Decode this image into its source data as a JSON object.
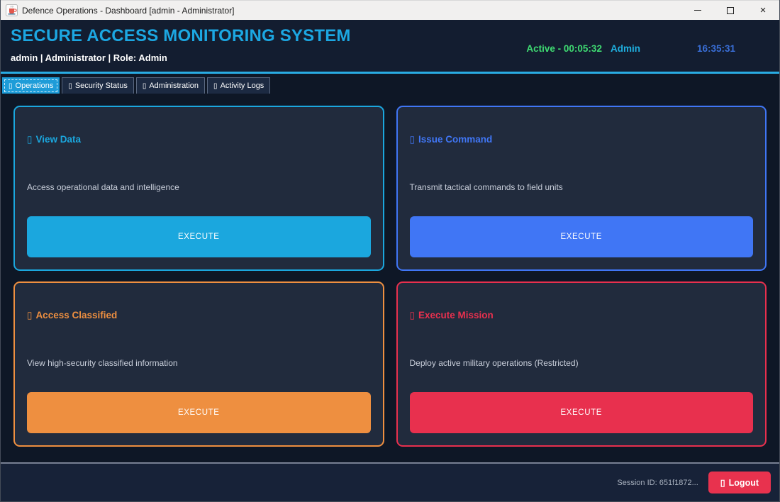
{
  "window": {
    "title": "Defence Operations - Dashboard [admin - Administrator]",
    "controls": {
      "close": "×"
    }
  },
  "header": {
    "title": "SECURE ACCESS MONITORING SYSTEM",
    "subtitle": "admin | Administrator | Role: Admin",
    "session_status": "Active - 00:05:32",
    "user": "Admin",
    "clock": "16:35:31"
  },
  "tabs": [
    {
      "icon": "▯",
      "label": "Operations",
      "selected": true
    },
    {
      "icon": "▯",
      "label": "Security Status",
      "selected": false
    },
    {
      "icon": "▯",
      "label": "Administration",
      "selected": false
    },
    {
      "icon": "▯",
      "label": "Activity Logs",
      "selected": false
    }
  ],
  "cards": [
    {
      "icon": "▯",
      "title": "View Data",
      "description": "Access operational data and intelligence",
      "button_label": "EXECUTE",
      "accent": "#1BA7DE"
    },
    {
      "icon": "▯",
      "title": "Issue Command",
      "description": "Transmit tactical commands to field units",
      "button_label": "EXECUTE",
      "accent": "#4076F5"
    },
    {
      "icon": "▯",
      "title": "Access Classified",
      "description": "View high-security classified information",
      "button_label": "EXECUTE",
      "accent": "#EE8F40"
    },
    {
      "icon": "▯",
      "title": "Execute Mission",
      "description": "Deploy active military operations (Restricted)",
      "button_label": "EXECUTE",
      "accent": "#E8304E"
    }
  ],
  "footer": {
    "session_id": "Session ID: 651f1872...",
    "logout_icon": "▯",
    "logout_label": "Logout",
    "logout_color": "#E8324E"
  },
  "colors": {
    "header_accent_line": "#29ACE3",
    "title_cyan": "#1CA7E2",
    "status_green": "#3FDB72",
    "user_cyan": "#1FB0E0",
    "clock_blue": "#3A6FD8",
    "selected_tab": "#1E9CD8",
    "card_background": "#212B3D",
    "page_background": "#0E1726"
  }
}
